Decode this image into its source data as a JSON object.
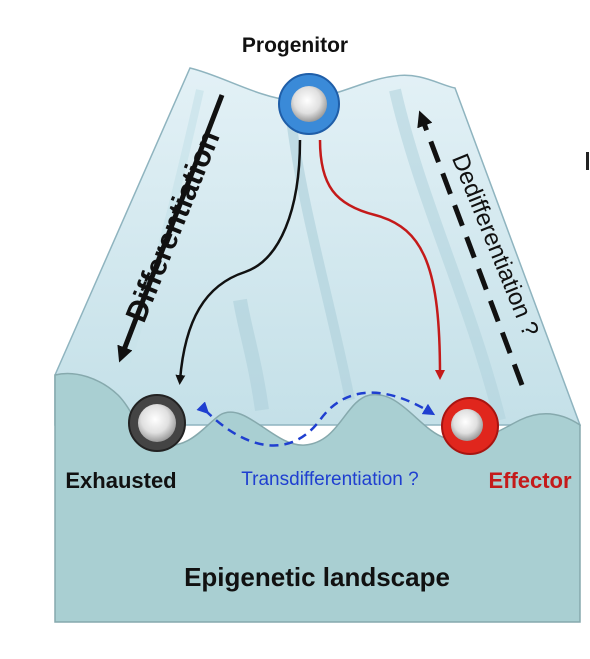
{
  "labels": {
    "progenitor": "Progenitor",
    "differentiation": "Differentiation",
    "dedifferentiation": "Dedifferentiation ?",
    "exhausted": "Exhausted",
    "transdifferentiation": "Transdifferentiation ?",
    "effector": "Effector",
    "landscape": "Epigenetic landscape"
  },
  "colors": {
    "surface": "#d6ebf2",
    "surface_shadow": "#b9d8e2",
    "block": "#a9cfd2",
    "block_edge": "#86a9ad",
    "black_path": "#111111",
    "red_path": "#c41a1a",
    "blue_path": "#1f3fd0",
    "progenitor_cell": "#3a8ad8",
    "exhausted_cell": "#444444",
    "effector_cell": "#e0261d",
    "effector_text": "#c41a1a",
    "trans_text": "#1f3fd0"
  },
  "icons": {
    "progenitor_cell": "cell-icon",
    "exhausted_cell": "cell-icon",
    "effector_cell": "cell-icon"
  }
}
